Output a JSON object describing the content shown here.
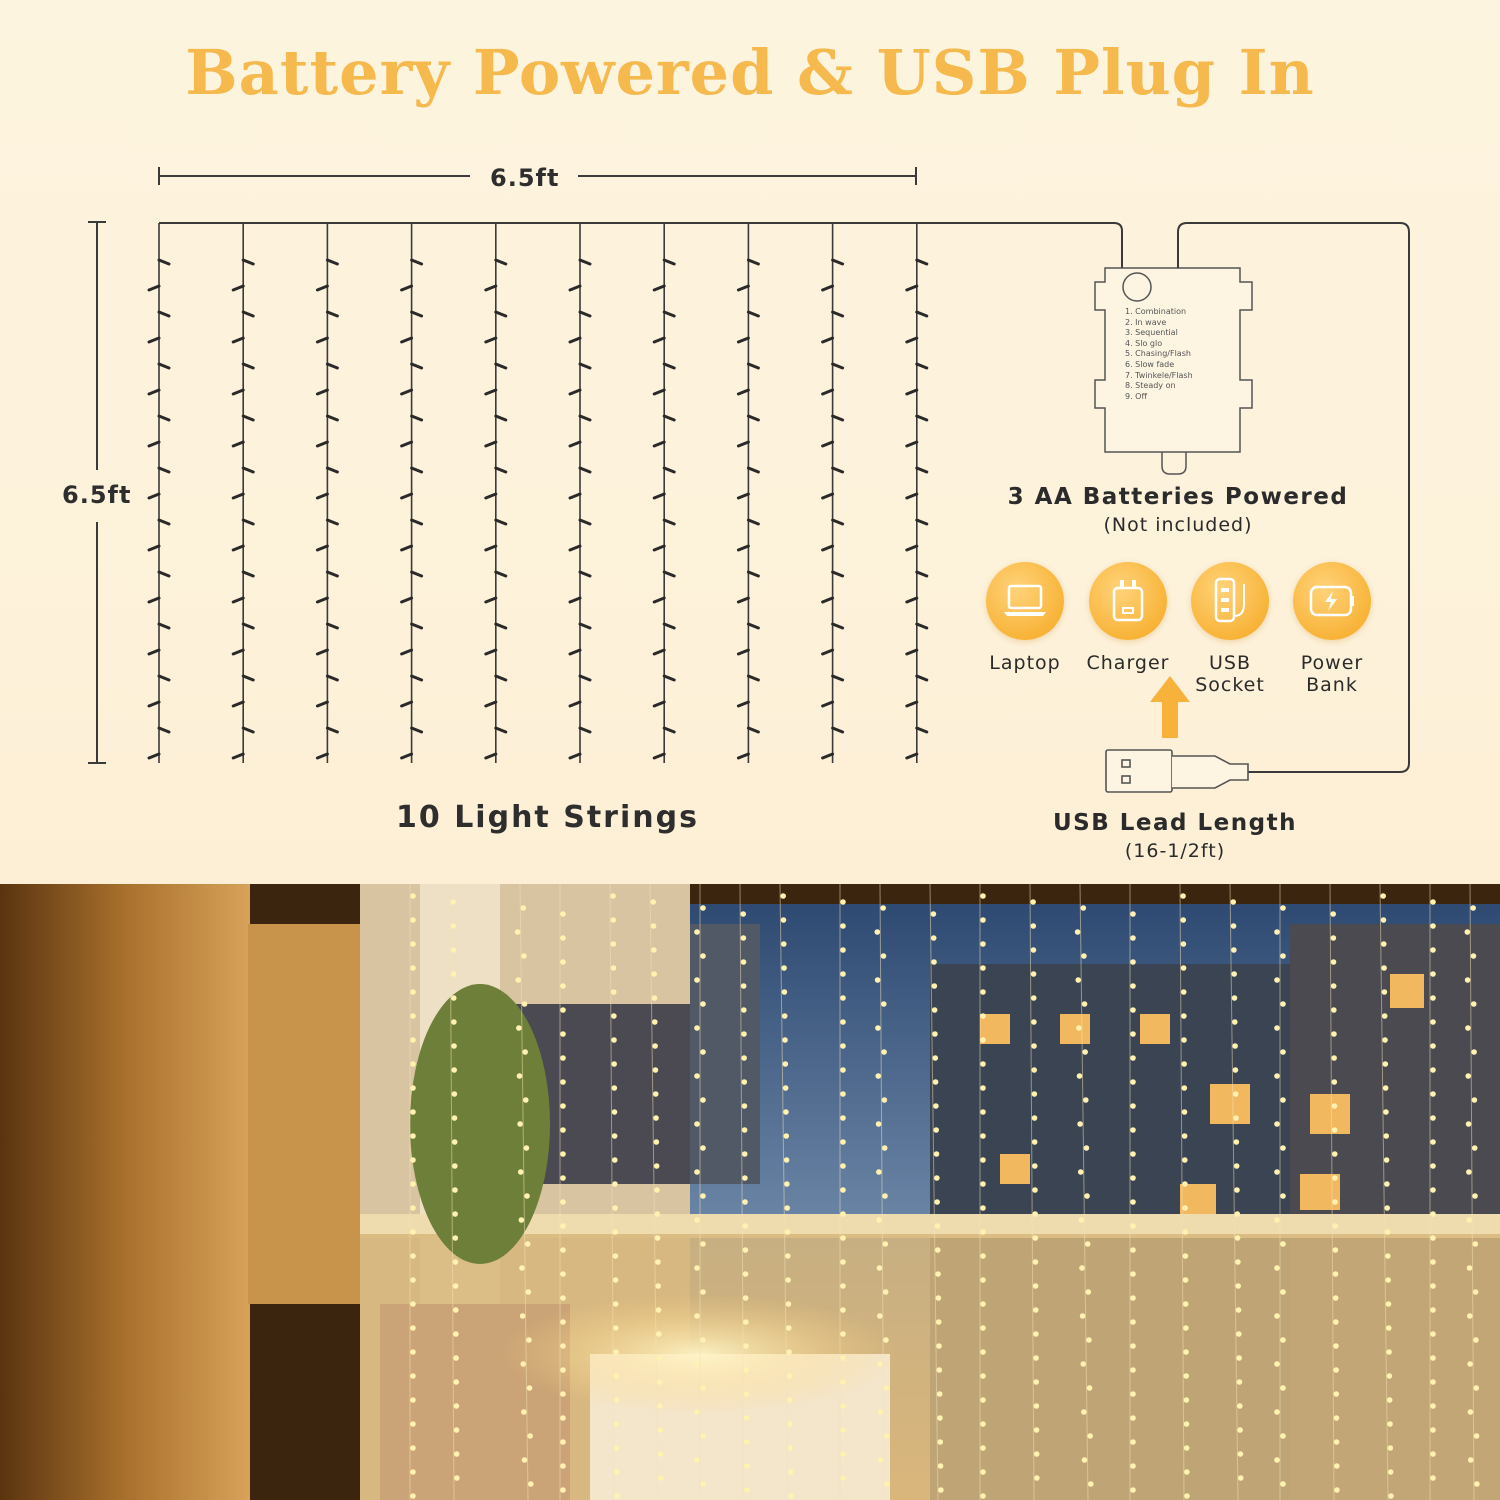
{
  "title": "Battery Powered & USB Plug In",
  "dimensions": {
    "width": "6.5ft",
    "height": "6.5ft"
  },
  "strings_label": "10 Light Strings",
  "battery_box": {
    "modes": [
      "1. Combination",
      "2. In wave",
      "3. Sequential",
      "4. Slo glo",
      "5. Chasing/Flash",
      "6. Slow fade",
      "7. Twinkele/Flash",
      "8. Steady on",
      "9. Off"
    ],
    "title": "3 AA Batteries Powered",
    "note": "(Not included)"
  },
  "power_sources": [
    {
      "label": "Laptop",
      "icon": "laptop-icon"
    },
    {
      "label": "Charger",
      "icon": "charger-icon"
    },
    {
      "label": "USB\nSocket",
      "icon": "usb-socket-icon"
    },
    {
      "label": "Power\nBank",
      "icon": "power-bank-icon"
    }
  ],
  "usb_lead": {
    "title": "USB Lead Length",
    "note": "(16-1/2ft)"
  },
  "colors": {
    "title": "#f5b94e",
    "accent": "#f8b43a",
    "text": "#2b2b2b",
    "line": "#3a3a3a"
  }
}
